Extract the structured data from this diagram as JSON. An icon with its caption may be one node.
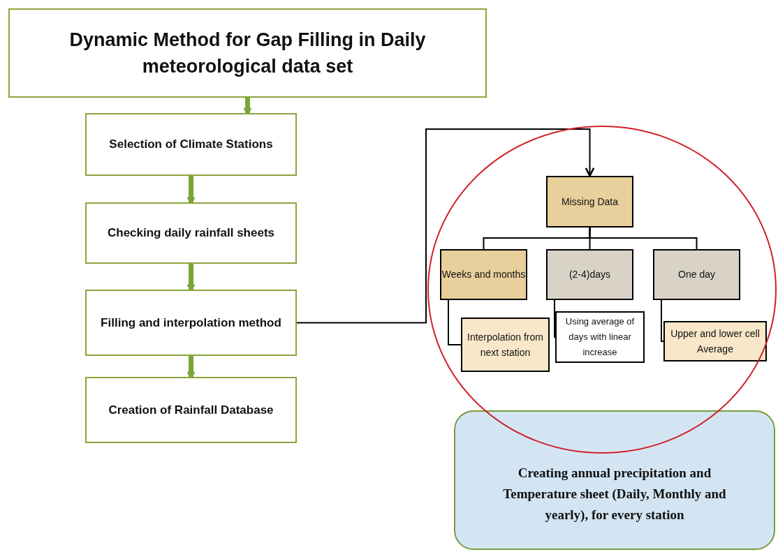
{
  "diagram": {
    "nodes": [
      {
        "text": [
          "Dynamic Method for Gap Filling in Daily meteorological  data set"
        ]
      },
      {
        "text": [
          "Selection of Climate Stations"
        ]
      },
      {
        "text": [
          "Checking  daily rainfall sheets"
        ]
      },
      {
        "text": [
          "Filling and interpolation method"
        ]
      },
      {
        "text": [
          "Creation of Rainfall Database"
        ]
      },
      {
        "text": [],
        "shape": "circle"
      },
      {
        "text": [
          "Missing Data"
        ],
        "in": 5
      },
      {
        "text": [
          "Weeks and months"
        ],
        "in": 5
      },
      {
        "text": [
          "(2-4)days"
        ],
        "in": 5
      },
      {
        "text": [
          "One day"
        ],
        "in": 5
      },
      {
        "text": [
          "Interpolation from next station"
        ],
        "in": 5
      },
      {
        "text": [
          "Using average of days with linear increase"
        ],
        "in": 5
      },
      {
        "text": [
          "Upper and lower cell Average"
        ],
        "in": 5
      },
      {
        "text": [
          "Creating  annual precipitation and Temperature sheet (Daily, Monthly and yearly), for every station"
        ]
      }
    ],
    "edges": [
      {
        "from": 0,
        "to": 1,
        "arrow": "to",
        "style": "thick",
        "color": "#7aa637"
      },
      {
        "from": 1,
        "to": 2,
        "arrow": "to",
        "style": "thick",
        "color": "#7aa637"
      },
      {
        "from": 2,
        "to": 3,
        "arrow": "to",
        "style": "thick",
        "color": "#7aa637"
      },
      {
        "from": 3,
        "to": 4,
        "arrow": "to",
        "style": "thick",
        "color": "#7aa637"
      },
      {
        "from": 3,
        "to": 6,
        "arrow": "to"
      },
      {
        "from": 6,
        "to": 7,
        "arrow": "none"
      },
      {
        "from": 6,
        "to": 8,
        "arrow": "none"
      },
      {
        "from": 6,
        "to": 9,
        "arrow": "none"
      },
      {
        "from": 7,
        "to": 10,
        "arrow": "none"
      },
      {
        "from": 8,
        "to": 11,
        "arrow": "none"
      },
      {
        "from": 9,
        "to": 12,
        "arrow": "none"
      }
    ]
  }
}
